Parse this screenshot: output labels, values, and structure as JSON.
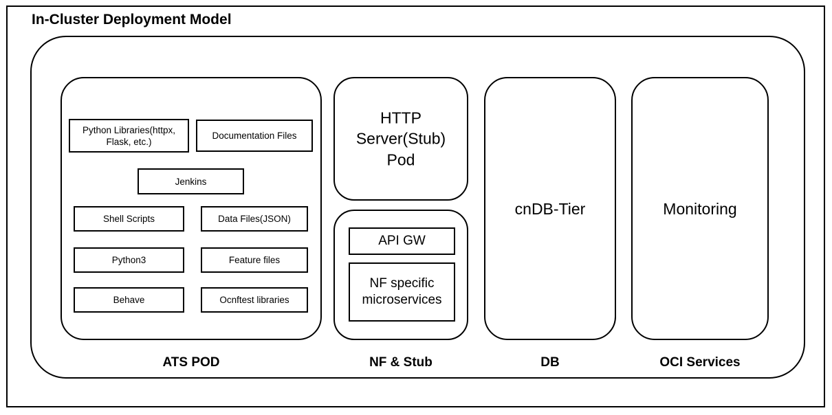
{
  "diagram": {
    "title": "In-Cluster Deployment Model",
    "colors": {
      "stroke": "#000000",
      "background": "#ffffff",
      "text": "#000000"
    },
    "sections": {
      "ats": {
        "label": "ATS POD",
        "items": [
          {
            "label": "Python Libraries(httpx, Flask, etc.)"
          },
          {
            "label": "Documentation Files"
          },
          {
            "label": "Jenkins"
          },
          {
            "label": "Shell Scripts"
          },
          {
            "label": "Data Files(JSON)"
          },
          {
            "label": "Python3"
          },
          {
            "label": "Feature files"
          },
          {
            "label": "Behave"
          },
          {
            "label": "Ocnftest libraries"
          }
        ]
      },
      "nf_stub": {
        "label": "NF & Stub",
        "http_pod": "HTTP\nServer(Stub)\nPod",
        "items": [
          {
            "label": "API GW"
          },
          {
            "label": "NF specific microservices"
          }
        ]
      },
      "db": {
        "label": "DB",
        "pod": "cnDB-Tier"
      },
      "oci": {
        "label": "OCI Services",
        "pod": "Monitoring"
      }
    }
  }
}
